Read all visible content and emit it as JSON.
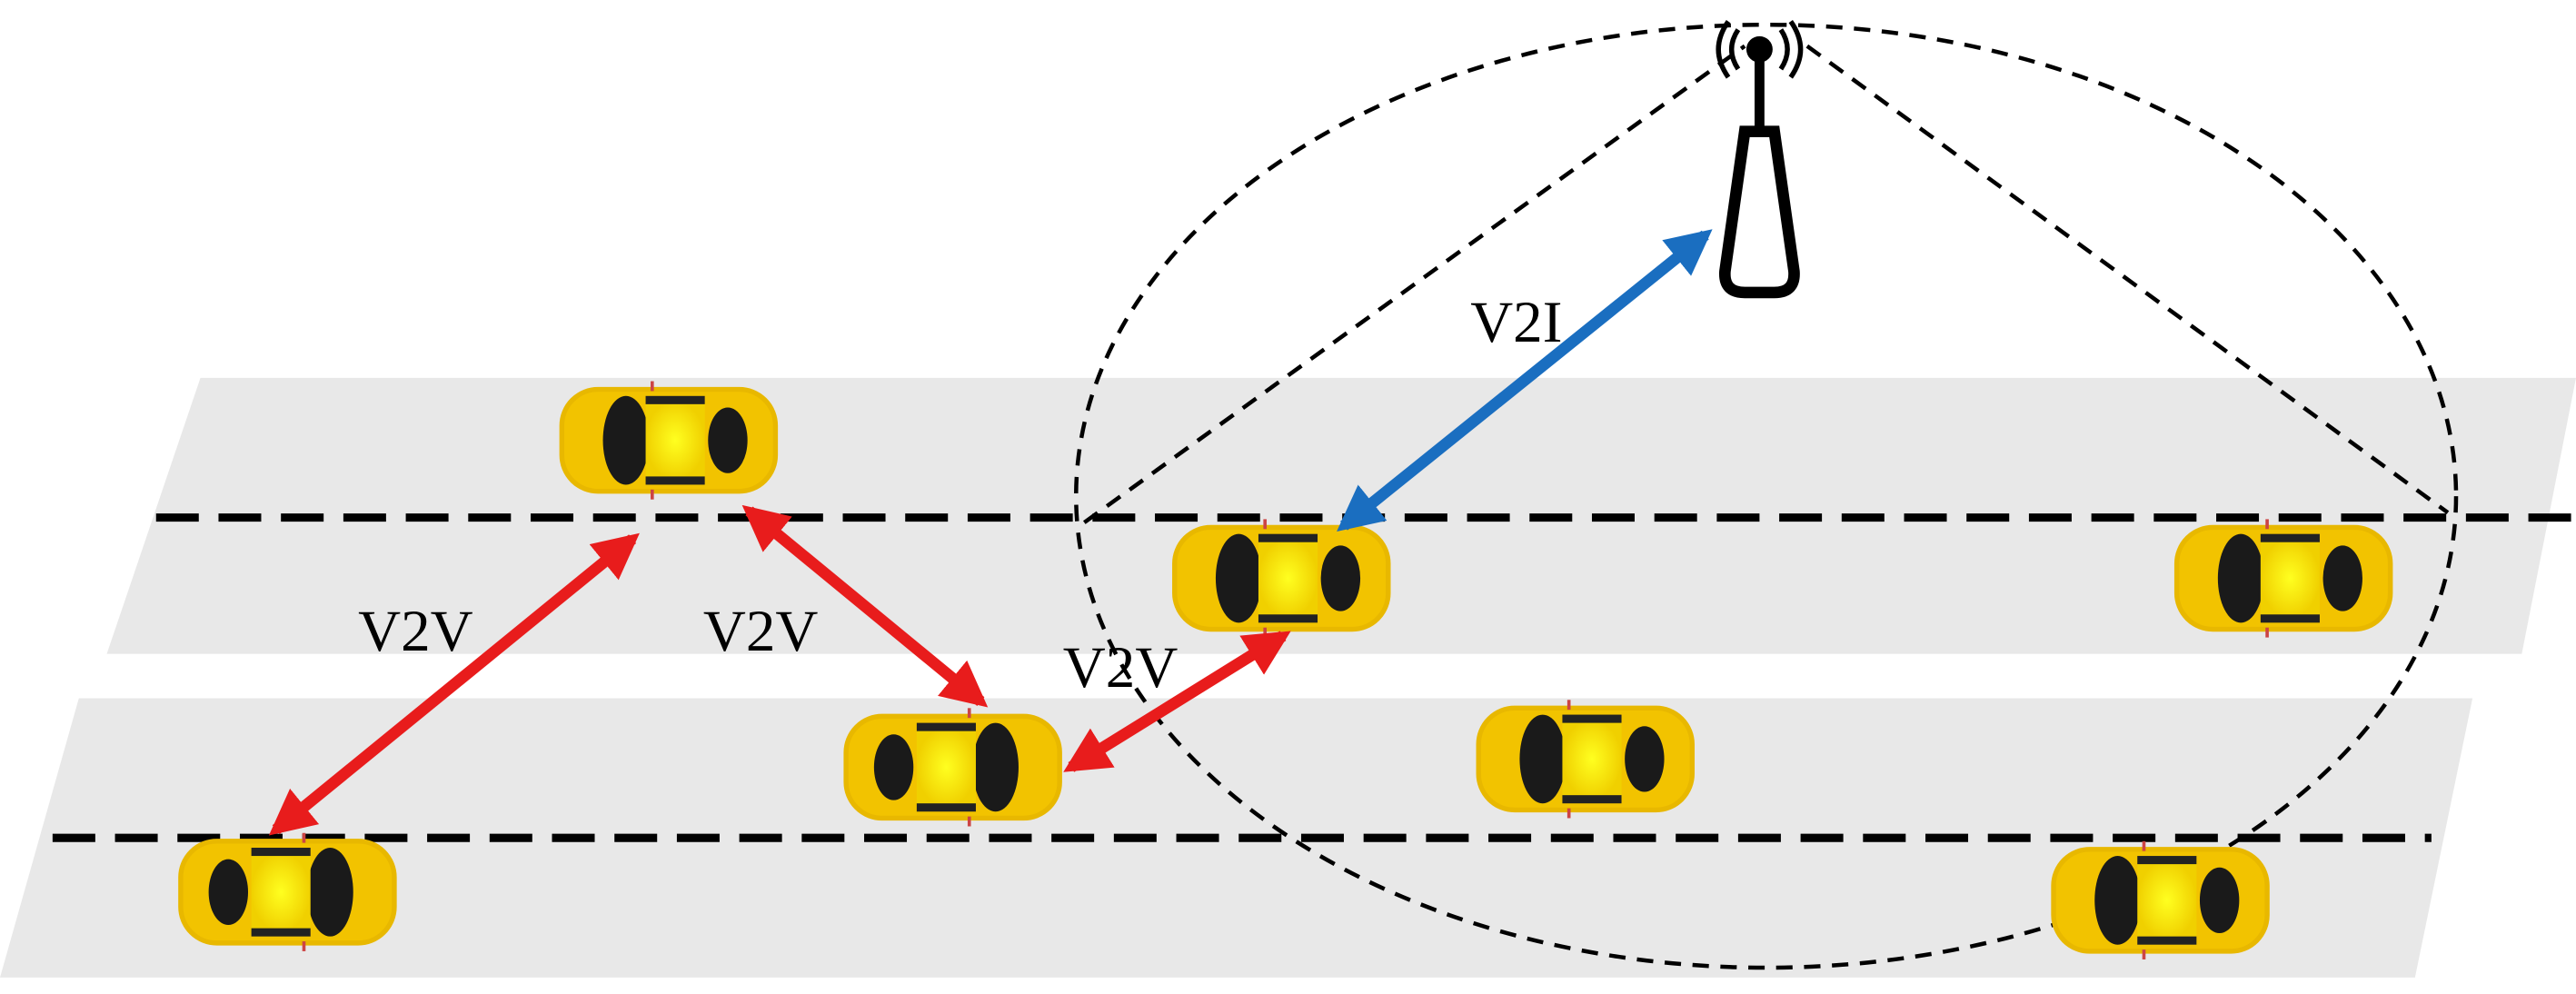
{
  "labels": {
    "v2i": "V2I",
    "v2v_left": "V2V",
    "v2v_middle": "V2V",
    "v2v_right": "V2V"
  },
  "colors": {
    "road": "#e8e8e8",
    "car_body": "#f2c300",
    "car_roof": "#ffff00",
    "v2v_arrow": "#e81c1c",
    "v2i_arrow": "#1a6ec0",
    "dash": "#000000"
  },
  "icons": [
    "base-station-tower-icon",
    "car-icon"
  ]
}
